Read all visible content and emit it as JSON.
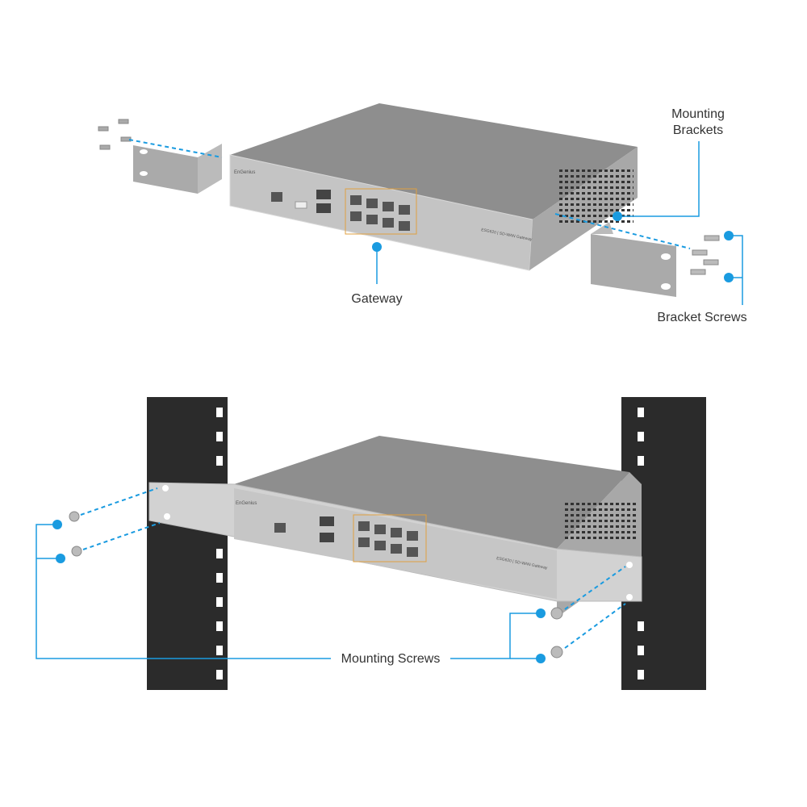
{
  "labels": {
    "mounting_brackets_1": "Mounting",
    "mounting_brackets_2": "Brackets",
    "gateway": "Gateway",
    "bracket_screws": "Bracket Screws",
    "mounting_screws": "Mounting Screws"
  },
  "device": {
    "brand": "EnGenius",
    "model": "ESG620 | SD-WAN Gateway"
  },
  "colors": {
    "accent": "#1a9be0",
    "rack": "#2b2b2b",
    "chassis": "#b9b9b9"
  }
}
